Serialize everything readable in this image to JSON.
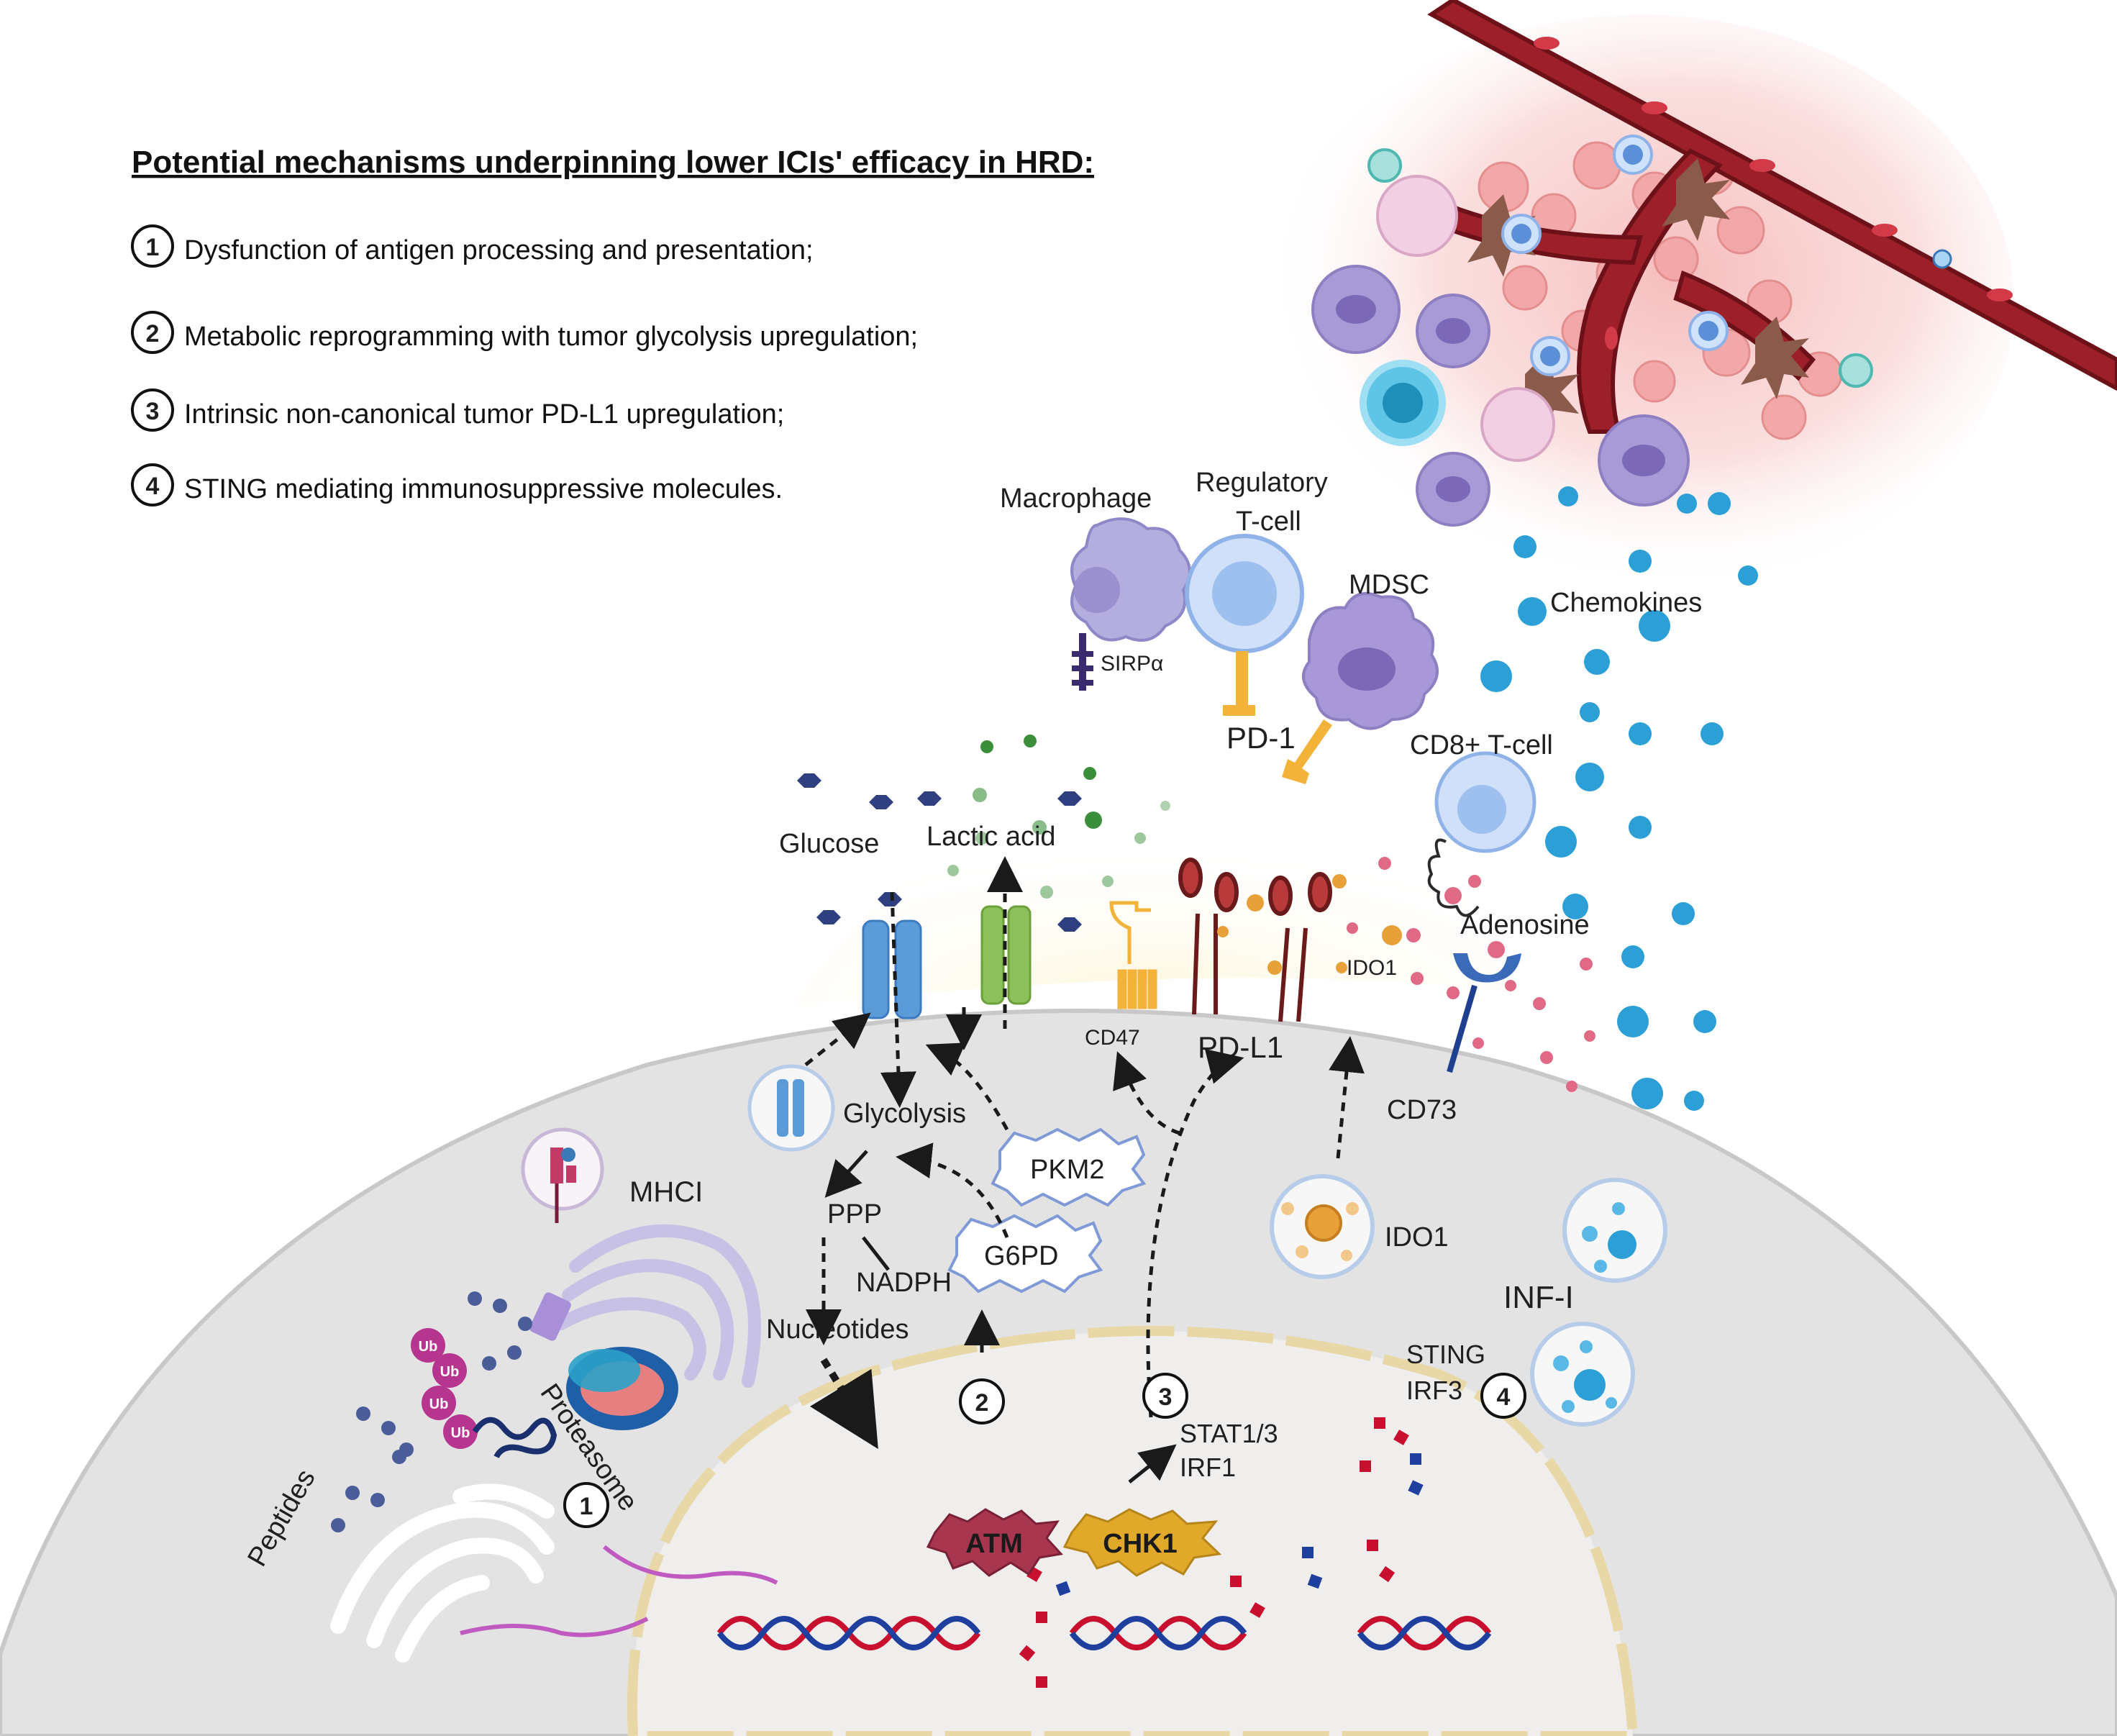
{
  "title": "Potential mechanisms underpinning lower ICIs' efficacy in HRD:",
  "mechanisms": [
    {
      "num": "1",
      "text": "Dysfunction of antigen processing and presentation;"
    },
    {
      "num": "2",
      "text": "Metabolic reprogramming with tumor glycolysis upregulation;"
    },
    {
      "num": "3",
      "text": "Intrinsic non-canonical tumor PD-L1 upregulation;"
    },
    {
      "num": "4",
      "text": "STING mediating immunosuppressive molecules."
    }
  ],
  "cells": {
    "macrophage": "Macrophage",
    "treg_1": "Regulatory",
    "treg_2": "T-cell",
    "mdsc": "MDSC",
    "cd8": "CD8+ T-cell",
    "chemokines": "Chemokines"
  },
  "molecules": {
    "sirpa": "SIRPα",
    "pd1": "PD-1",
    "glucose": "Glucose",
    "lactic_acid": "Lactic acid",
    "adenosine": "Adenosine",
    "ido1_small": "IDO1",
    "cd47": "CD47",
    "pdl1": "PD-L1",
    "cd73": "CD73",
    "glycolysis": "Glycolysis",
    "pkm2": "PKM2",
    "ppp": "PPP",
    "g6pd": "G6PD",
    "nadph": "NADPH",
    "nucleotides": "Nucleotides",
    "mhci": "MHCI",
    "ido1": "IDO1",
    "infi": "INF-I",
    "sting": "STING",
    "irf3": "IRF3",
    "stat": "STAT1/3",
    "irf1": "IRF1",
    "atm": "ATM",
    "chk1": "CHK1",
    "proteasome": "Proteasome",
    "peptides": "Peptides",
    "ub": "Ub"
  },
  "markers": {
    "m1": "1",
    "m2": "2",
    "m3": "3",
    "m4": "4"
  },
  "colors": {
    "cell_fill": "#e3e3e3",
    "nucleus_fill": "#efeeec",
    "nucleus_border": "#e8d8a8",
    "vessel": "#9c1f2a",
    "halo": "#f7c9c9",
    "treg": "#a9c4ee",
    "macrophage": "#b3aedd",
    "mdsc": "#a898d8",
    "chemokine": "#2b9fd6",
    "glut": "#5a9bd8",
    "mct": "#8dbf5a",
    "pdl1": "#8a2a2a",
    "cd47": "#f3b23a",
    "atm": "#a8364f",
    "chk1": "#e0a92a",
    "pkm2_border": "#7f9ad6",
    "dna_red": "#c8102e",
    "dna_blue": "#1f3f9f"
  }
}
